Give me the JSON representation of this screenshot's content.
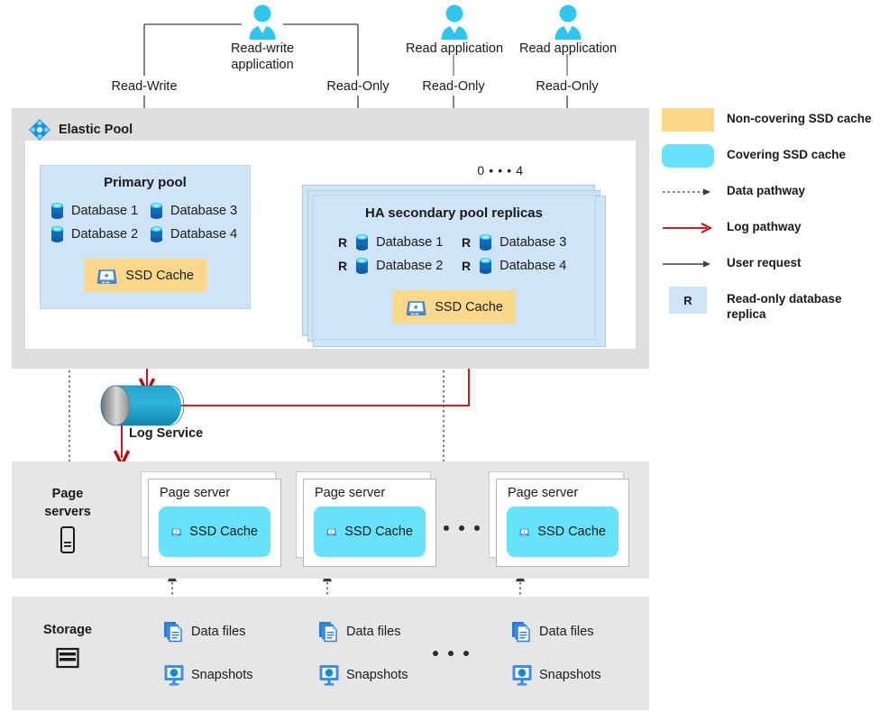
{
  "clients": [
    {
      "icon": "user-icon",
      "name": "Read-write\napplication",
      "line1": "Read-write",
      "line2": "application"
    },
    {
      "icon": "user-icon",
      "name": "Read application",
      "line1": "Read application",
      "line2": ""
    },
    {
      "icon": "user-icon",
      "name": "Read application",
      "line1": "Read application",
      "line2": ""
    }
  ],
  "connection_labels": {
    "read_write": "Read-Write",
    "read_only_1": "Read-Only",
    "read_only_2": "Read-Only",
    "read_only_3": "Read-Only"
  },
  "elastic_pool": {
    "title": "Elastic Pool",
    "icon": "elastic-pool-icon",
    "primary": {
      "title": "Primary pool",
      "databases": [
        "Database 1",
        "Database 2",
        "Database 3",
        "Database 4"
      ],
      "cache": {
        "label": "SSD Cache",
        "icon": "ssd-cache-icon",
        "kind": "non-covering"
      }
    },
    "secondary": {
      "title": "HA secondary pool replicas",
      "replica_range": "0 • • • 4",
      "range_start": "0",
      "range_end": "4",
      "databases": [
        "Database 1",
        "Database 2",
        "Database 3",
        "Database 4"
      ],
      "replica_badge": "R",
      "cache": {
        "label": "SSD Cache",
        "icon": "ssd-cache-icon",
        "kind": "non-covering"
      }
    }
  },
  "log_service": {
    "label": "Log Service",
    "icon": "log-cylinder-icon"
  },
  "page_servers": {
    "section_label_line1": "Page",
    "section_label_line2": "servers",
    "section_icon": "server-icon",
    "ellipsis": "• • •",
    "cards": [
      {
        "title": "Page server",
        "cache_label": "SSD Cache",
        "cache_icon": "ssd-cache-icon",
        "kind": "covering"
      },
      {
        "title": "Page server",
        "cache_label": "SSD Cache",
        "cache_icon": "ssd-cache-icon",
        "kind": "covering"
      },
      {
        "title": "Page server",
        "cache_label": "SSD Cache",
        "cache_icon": "ssd-cache-icon",
        "kind": "covering"
      }
    ]
  },
  "storage": {
    "section_label": "Storage",
    "section_icon": "storage-icon",
    "ellipsis": "• • •",
    "columns": [
      {
        "data_files": "Data files",
        "data_files_icon": "data-files-icon",
        "snapshots": "Snapshots",
        "snapshots_icon": "snapshots-icon"
      },
      {
        "data_files": "Data files",
        "data_files_icon": "data-files-icon",
        "snapshots": "Snapshots",
        "snapshots_icon": "snapshots-icon"
      },
      {
        "data_files": "Data files",
        "data_files_icon": "data-files-icon",
        "snapshots": "Snapshots",
        "snapshots_icon": "snapshots-icon"
      }
    ]
  },
  "legend": [
    {
      "type": "swatch-yellow",
      "label": "Non-covering SSD cache"
    },
    {
      "type": "swatch-cyan",
      "label": "Covering SSD cache"
    },
    {
      "type": "arrow-dotted",
      "label": "Data pathway"
    },
    {
      "type": "arrow-red",
      "label": "Log pathway"
    },
    {
      "type": "arrow-solid",
      "label": "User request"
    },
    {
      "type": "r-box",
      "label": "Read-only database replica",
      "badge": "R"
    }
  ],
  "colors": {
    "non_covering_cache": "#fcd98a",
    "covering_cache": "#66e2fb",
    "pool_fill": "#cfe4f7",
    "band_gray": "#dedede",
    "log_pathway": "#c00000",
    "user_request": "#404040",
    "data_pathway": "#555555",
    "azure_blue": "#0078d4"
  }
}
